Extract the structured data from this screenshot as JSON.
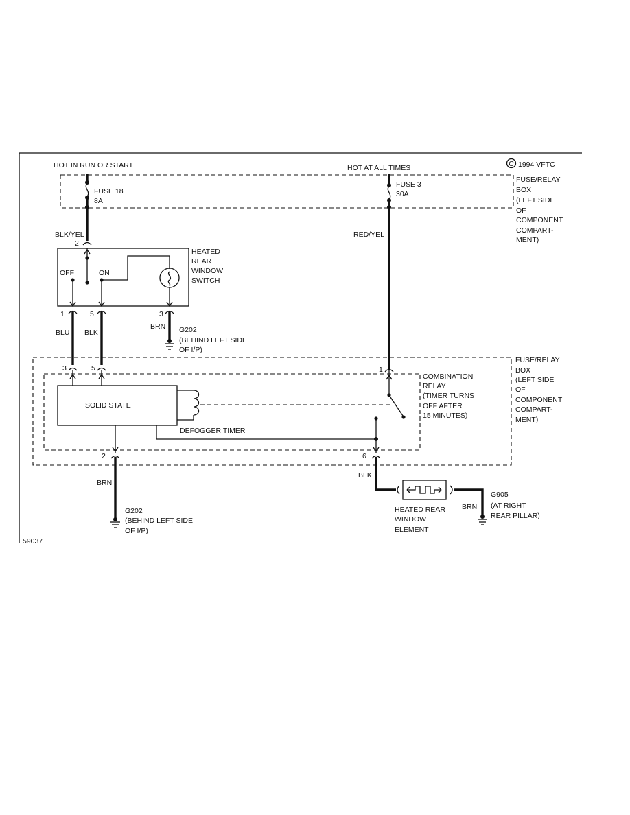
{
  "diagram": {
    "copyright": "1994 VFTC",
    "copyright_symbol": "C",
    "figure_id": "59037",
    "hot_run_start": "HOT IN RUN OR START",
    "hot_all_times": "HOT AT ALL TIMES",
    "fuse18_name": "FUSE 18",
    "fuse18_rating": "8A",
    "fuse3_name": "FUSE 3",
    "fuse3_rating": "30A",
    "fuse_box_top": [
      "FUSE/RELAY",
      "BOX",
      "(LEFT SIDE",
      "OF",
      "COMPONENT",
      "COMPART-",
      "MENT)"
    ],
    "fuse_box_mid": [
      "FUSE/RELAY",
      "BOX",
      "(LEFT SIDE",
      "OF",
      "COMPONENT",
      "COMPART-",
      "MENT)"
    ],
    "wire_blk_yel": "BLK/YEL",
    "wire_red_yel": "RED/YEL",
    "wire_blu": "BLU",
    "wire_blk_sw": "BLK",
    "wire_brn_sw": "BRN",
    "wire_brn_timer": "BRN",
    "wire_blk_relay": "BLK",
    "wire_brn_element": "BRN",
    "pin_sw_2": "2",
    "pin_sw_1": "1",
    "pin_sw_5": "5",
    "pin_sw_3": "3",
    "pin_box_3": "3",
    "pin_box_5": "5",
    "pin_box_1": "1",
    "pin_box_2": "2",
    "pin_box_6": "6",
    "switch_off": "OFF",
    "switch_on": "ON",
    "switch_label": [
      "HEATED",
      "REAR",
      "WINDOW",
      "SWITCH"
    ],
    "g202_top": [
      "G202",
      "(BEHIND LEFT SIDE",
      "OF I/P)"
    ],
    "g202_bottom": [
      "G202",
      "(BEHIND LEFT SIDE",
      "OF I/P)"
    ],
    "solid_state": "SOLID STATE",
    "defogger_timer": "DEFOGGER TIMER",
    "combo_relay": [
      "COMBINATION",
      "RELAY",
      "(TIMER TURNS",
      "OFF AFTER",
      "15 MINUTES)"
    ],
    "element_label": [
      "HEATED REAR",
      "WINDOW",
      "ELEMENT"
    ],
    "g905": [
      "G905",
      "(AT RIGHT",
      "REAR PILLAR)"
    ]
  }
}
